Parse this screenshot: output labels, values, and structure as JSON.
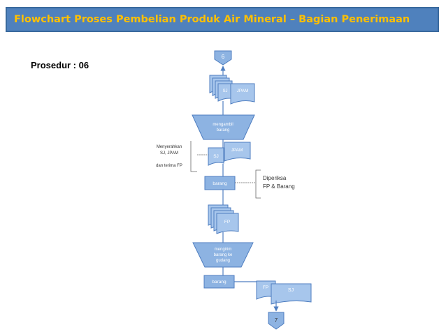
{
  "header": {
    "title": "Flowchart Proses Pembelian Produk Air Mineral – Bagian Penerimaan"
  },
  "procedure": {
    "label": "Prosedur : 06"
  },
  "flowchart": {
    "connector_start": "6",
    "connector_end": "7",
    "doc_sj": "SJ",
    "doc_jpam": "JPAM",
    "doc_fp": "FP",
    "op_mengambil": [
      "mengambil",
      "barang"
    ],
    "op_mengirim": [
      "mengirim",
      "barang ke",
      "gudang"
    ],
    "proc_barang_1": "barang",
    "proc_barang_2": "barang",
    "note_menyerahkan": [
      "Menyerahkan",
      "SJ, JPAM",
      "dan terima FP"
    ],
    "note_diperiksa": [
      "Diperiksa",
      "FP & Barang"
    ]
  },
  "colors": {
    "title_bg": "#4f81bd",
    "title_text": "#ffc000",
    "shape_fill": "#8db3e2",
    "shape_stroke": "#4f7ec0",
    "doc_fill": "#a7c6ec",
    "shape_text": "#ffffff"
  }
}
